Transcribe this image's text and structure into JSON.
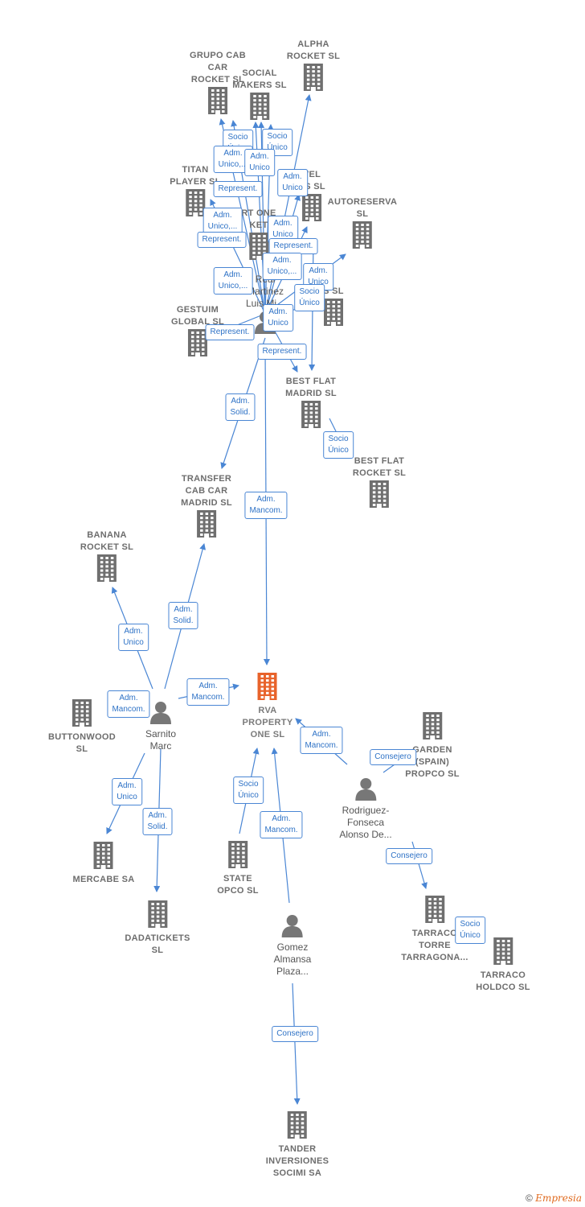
{
  "colors": {
    "edge": "#4a86d4",
    "building": "#6f6f6f",
    "center": "#e8632b",
    "person": "#777777"
  },
  "nodes": [
    {
      "id": "grupo",
      "label": "GRUPO CAB\nCAR\nROCKET  SL",
      "type": "company"
    },
    {
      "id": "social",
      "label": "SOCIAL\nMAKERS  SL",
      "type": "company"
    },
    {
      "id": "alpha",
      "label": "ALPHA\nROCKET  SL",
      "type": "company"
    },
    {
      "id": "titan",
      "label": "TITAN\nPLAYER  SL",
      "type": "company"
    },
    {
      "id": "travel",
      "label": "VEL\nRS  SL",
      "type": "company"
    },
    {
      "id": "autoreserva",
      "label": "AUTORESERVA\nSL",
      "type": "company"
    },
    {
      "id": "sport",
      "label": "RT ONE\nKET",
      "type": "company"
    },
    {
      "id": "x",
      "label": "S  SL",
      "type": "company"
    },
    {
      "id": "gestuim",
      "label": "GESTUIM\nGLOBAL  SL",
      "type": "company"
    },
    {
      "id": "realm",
      "label": "Real\nMartinez\nLuis Mi...",
      "type": "person"
    },
    {
      "id": "bestmad",
      "label": "BEST FLAT\nMADRID  SL",
      "type": "company"
    },
    {
      "id": "bestrock",
      "label": "BEST FLAT\nROCKET  SL",
      "type": "company"
    },
    {
      "id": "transfer",
      "label": "TRANSFER\nCAB CAR\nMADRID  SL",
      "type": "company"
    },
    {
      "id": "banana",
      "label": "BANANA\nROCKET  SL",
      "type": "company"
    },
    {
      "id": "button",
      "label": "BUTTONWOOD\nSL",
      "type": "company"
    },
    {
      "id": "sarnito",
      "label": "Sarnito\nMarc",
      "type": "person"
    },
    {
      "id": "rva",
      "label": "RVA\nPROPERTY\nONE  SL",
      "type": "center"
    },
    {
      "id": "garden",
      "label": "GARDEN\n(SPAIN)\nPROPCO  SL",
      "type": "company"
    },
    {
      "id": "rodriguez",
      "label": "Rodriguez-\nFonseca\nAlonso De...",
      "type": "person"
    },
    {
      "id": "mercabe",
      "label": "MERCABE SA",
      "type": "company"
    },
    {
      "id": "state",
      "label": "STATE\nOPCO  SL",
      "type": "company"
    },
    {
      "id": "dada",
      "label": "DADATICKETS\nSL",
      "type": "company"
    },
    {
      "id": "gomez",
      "label": "Gomez\nAlmansa\nPlaza...",
      "type": "person"
    },
    {
      "id": "tarracotorre",
      "label": "TARRACO\nTORRE\nTARRAGONA...",
      "type": "company"
    },
    {
      "id": "tarracohold",
      "label": "TARRACO\nHOLDCO  SL",
      "type": "company"
    },
    {
      "id": "tander",
      "label": "TANDER\nINVERSIONES\nSOCIMI SA",
      "type": "company"
    }
  ],
  "edge_labels": [
    {
      "id": "e1",
      "text": "Socio\nÚnico"
    },
    {
      "id": "e2",
      "text": "Socio\nÚnico"
    },
    {
      "id": "e3",
      "text": "Adm.\nUnico,..."
    },
    {
      "id": "e4",
      "text": "Adm.\nUnico"
    },
    {
      "id": "e5",
      "text": "Adm.\nUnico"
    },
    {
      "id": "e6",
      "text": "Represent."
    },
    {
      "id": "e7",
      "text": "Adm.\nUnico,..."
    },
    {
      "id": "e8",
      "text": "Adm.\nUnico"
    },
    {
      "id": "e9",
      "text": "Represent."
    },
    {
      "id": "e10",
      "text": "Represent."
    },
    {
      "id": "e11",
      "text": "Adm.\nUnico,..."
    },
    {
      "id": "e12",
      "text": "Adm.\nUnico"
    },
    {
      "id": "e13",
      "text": "Adm.\nUnico,..."
    },
    {
      "id": "e14",
      "text": "Socio\nÚnico"
    },
    {
      "id": "e15",
      "text": "Adm.\nUnico"
    },
    {
      "id": "e16",
      "text": "Represent."
    },
    {
      "id": "e17",
      "text": "Represent."
    },
    {
      "id": "e18",
      "text": "Adm.\nSolid."
    },
    {
      "id": "e19",
      "text": "Socio\nÚnico"
    },
    {
      "id": "e20",
      "text": "Adm.\nMancom."
    },
    {
      "id": "e21",
      "text": "Adm.\nSolid."
    },
    {
      "id": "e22",
      "text": "Adm.\nUnico"
    },
    {
      "id": "e23",
      "text": "Adm.\nMancom."
    },
    {
      "id": "e24",
      "text": "Adm.\nMancom."
    },
    {
      "id": "e25",
      "text": "Adm.\nMancom."
    },
    {
      "id": "e26",
      "text": "Consejero"
    },
    {
      "id": "e27",
      "text": "Socio\nÚnico"
    },
    {
      "id": "e28",
      "text": "Adm.\nUnico"
    },
    {
      "id": "e29",
      "text": "Adm.\nMancom."
    },
    {
      "id": "e30",
      "text": "Adm.\nSolid."
    },
    {
      "id": "e31",
      "text": "Consejero"
    },
    {
      "id": "e32",
      "text": "Socio\nÚnico"
    },
    {
      "id": "e33",
      "text": "Consejero"
    }
  ],
  "footer": {
    "copyright": "©",
    "brand": "Empresia"
  }
}
